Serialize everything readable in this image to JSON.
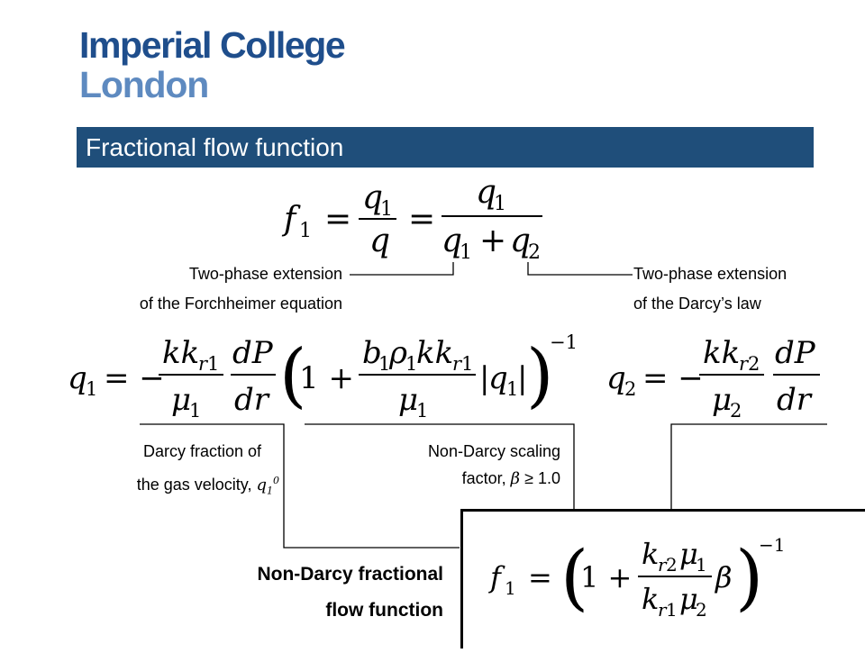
{
  "logo": {
    "line1": "Imperial College",
    "line2": "London"
  },
  "title": "Fractional flow function",
  "labels": {
    "forch1": "Two-phase extension",
    "forch2": "of the Forchheimer equation",
    "darcy1": "Two-phase extension",
    "darcy2": "of the Darcy’s law",
    "fraction1": "Darcy fraction of",
    "fraction2": "the gas velocity,",
    "scaling1": "Non-Darcy scaling",
    "scaling2": "factor,",
    "scaling_value": "≥ 1.0",
    "nondarcy1": "Non-Darcy fractional",
    "nondarcy2": "flow function"
  },
  "colors": {
    "title_bar": "#1f4e7a",
    "logo_dark": "#1f4e8c",
    "logo_light": "#5e8ac0"
  }
}
